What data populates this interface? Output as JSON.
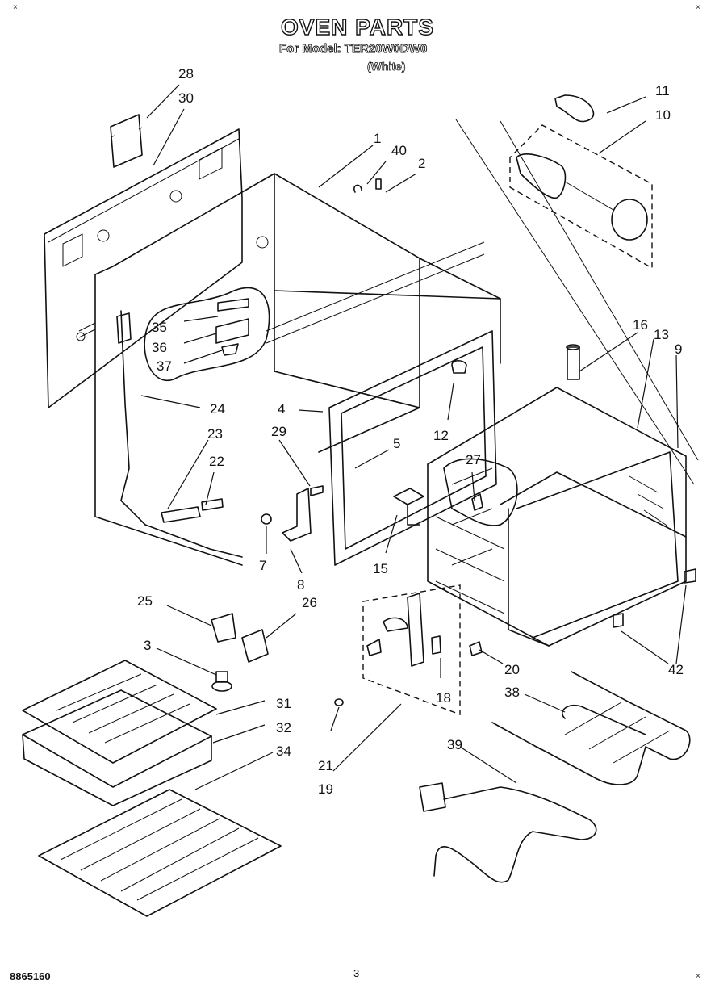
{
  "header": {
    "title": "OVEN PARTS",
    "model_line": "For Model: TER20W0DW0",
    "color_line": "(White)"
  },
  "footer": {
    "doc_code": "8865160",
    "page_number": "3"
  },
  "corner_marks": {
    "top_left": "×",
    "top_right": "×",
    "bottom_right": "×"
  },
  "callouts": [
    {
      "id": "c1",
      "label": "1"
    },
    {
      "id": "c2",
      "label": "2"
    },
    {
      "id": "c3",
      "label": "3"
    },
    {
      "id": "c4",
      "label": "4"
    },
    {
      "id": "c5",
      "label": "5"
    },
    {
      "id": "c7",
      "label": "7"
    },
    {
      "id": "c8",
      "label": "8"
    },
    {
      "id": "c9",
      "label": "9"
    },
    {
      "id": "c10",
      "label": "10"
    },
    {
      "id": "c11",
      "label": "11"
    },
    {
      "id": "c12",
      "label": "12"
    },
    {
      "id": "c13",
      "label": "13"
    },
    {
      "id": "c15",
      "label": "15"
    },
    {
      "id": "c16",
      "label": "16"
    },
    {
      "id": "c18",
      "label": "18"
    },
    {
      "id": "c19",
      "label": "19"
    },
    {
      "id": "c20",
      "label": "20"
    },
    {
      "id": "c21",
      "label": "21"
    },
    {
      "id": "c22",
      "label": "22"
    },
    {
      "id": "c23",
      "label": "23"
    },
    {
      "id": "c24",
      "label": "24"
    },
    {
      "id": "c25",
      "label": "25"
    },
    {
      "id": "c26",
      "label": "26"
    },
    {
      "id": "c27",
      "label": "27"
    },
    {
      "id": "c28",
      "label": "28"
    },
    {
      "id": "c29",
      "label": "29"
    },
    {
      "id": "c30",
      "label": "30"
    },
    {
      "id": "c31",
      "label": "31"
    },
    {
      "id": "c32",
      "label": "32"
    },
    {
      "id": "c34",
      "label": "34"
    },
    {
      "id": "c35",
      "label": "35"
    },
    {
      "id": "c36",
      "label": "36"
    },
    {
      "id": "c37",
      "label": "37"
    },
    {
      "id": "c38",
      "label": "38"
    },
    {
      "id": "c39",
      "label": "39"
    },
    {
      "id": "c40",
      "label": "40"
    },
    {
      "id": "c42",
      "label": "42"
    }
  ]
}
